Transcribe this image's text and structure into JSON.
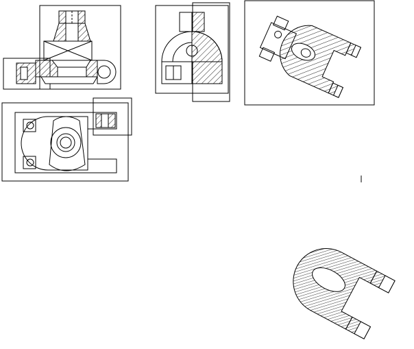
{
  "drawing": {
    "background": "#ffffff",
    "line_color": "#000000",
    "hatch_color": "#000000",
    "views": [
      {
        "name": "front-section-view"
      },
      {
        "name": "side-section-view"
      },
      {
        "name": "rotated-auxiliary-view"
      },
      {
        "name": "top-view"
      },
      {
        "name": "hatched-part-cutout"
      }
    ]
  }
}
